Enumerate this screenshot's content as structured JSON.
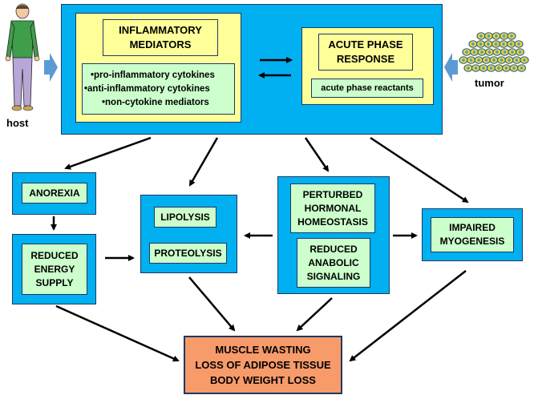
{
  "top": {
    "inflammatory_title": "INFLAMMATORY MEDIATORS",
    "inflammatory_items": [
      "pro-inflammatory  cytokines",
      "anti-inflammatory  cytokines",
      "non-cytokine  mediators"
    ],
    "acute_title": "ACUTE PHASE RESPONSE",
    "acute_sub": "acute phase reactants"
  },
  "host_label": "host",
  "tumor_label": "tumor",
  "boxes": {
    "anorexia": "ANOREXIA",
    "reduced_energy": "REDUCED ENERGY SUPPLY",
    "lipolysis": "LIPOLYSIS",
    "proteolysis": "PROTEOLYSIS",
    "hormonal": "PERTURBED HORMONAL HOMEOSTASIS",
    "anabolic": "REDUCED ANABOLIC SIGNALING",
    "myogenesis": "IMPAIRED MYOGENESIS"
  },
  "outcome": [
    "MUSCLE WASTING",
    "LOSS OF ADIPOSE TISSUE",
    "BODY WEIGHT LOSS"
  ],
  "colors": {
    "blue": "#00b0f0",
    "yellow": "#ffff99",
    "green": "#ccffcc",
    "outcome": "#f79b6b",
    "arrow_side": "#5b9bd5"
  }
}
